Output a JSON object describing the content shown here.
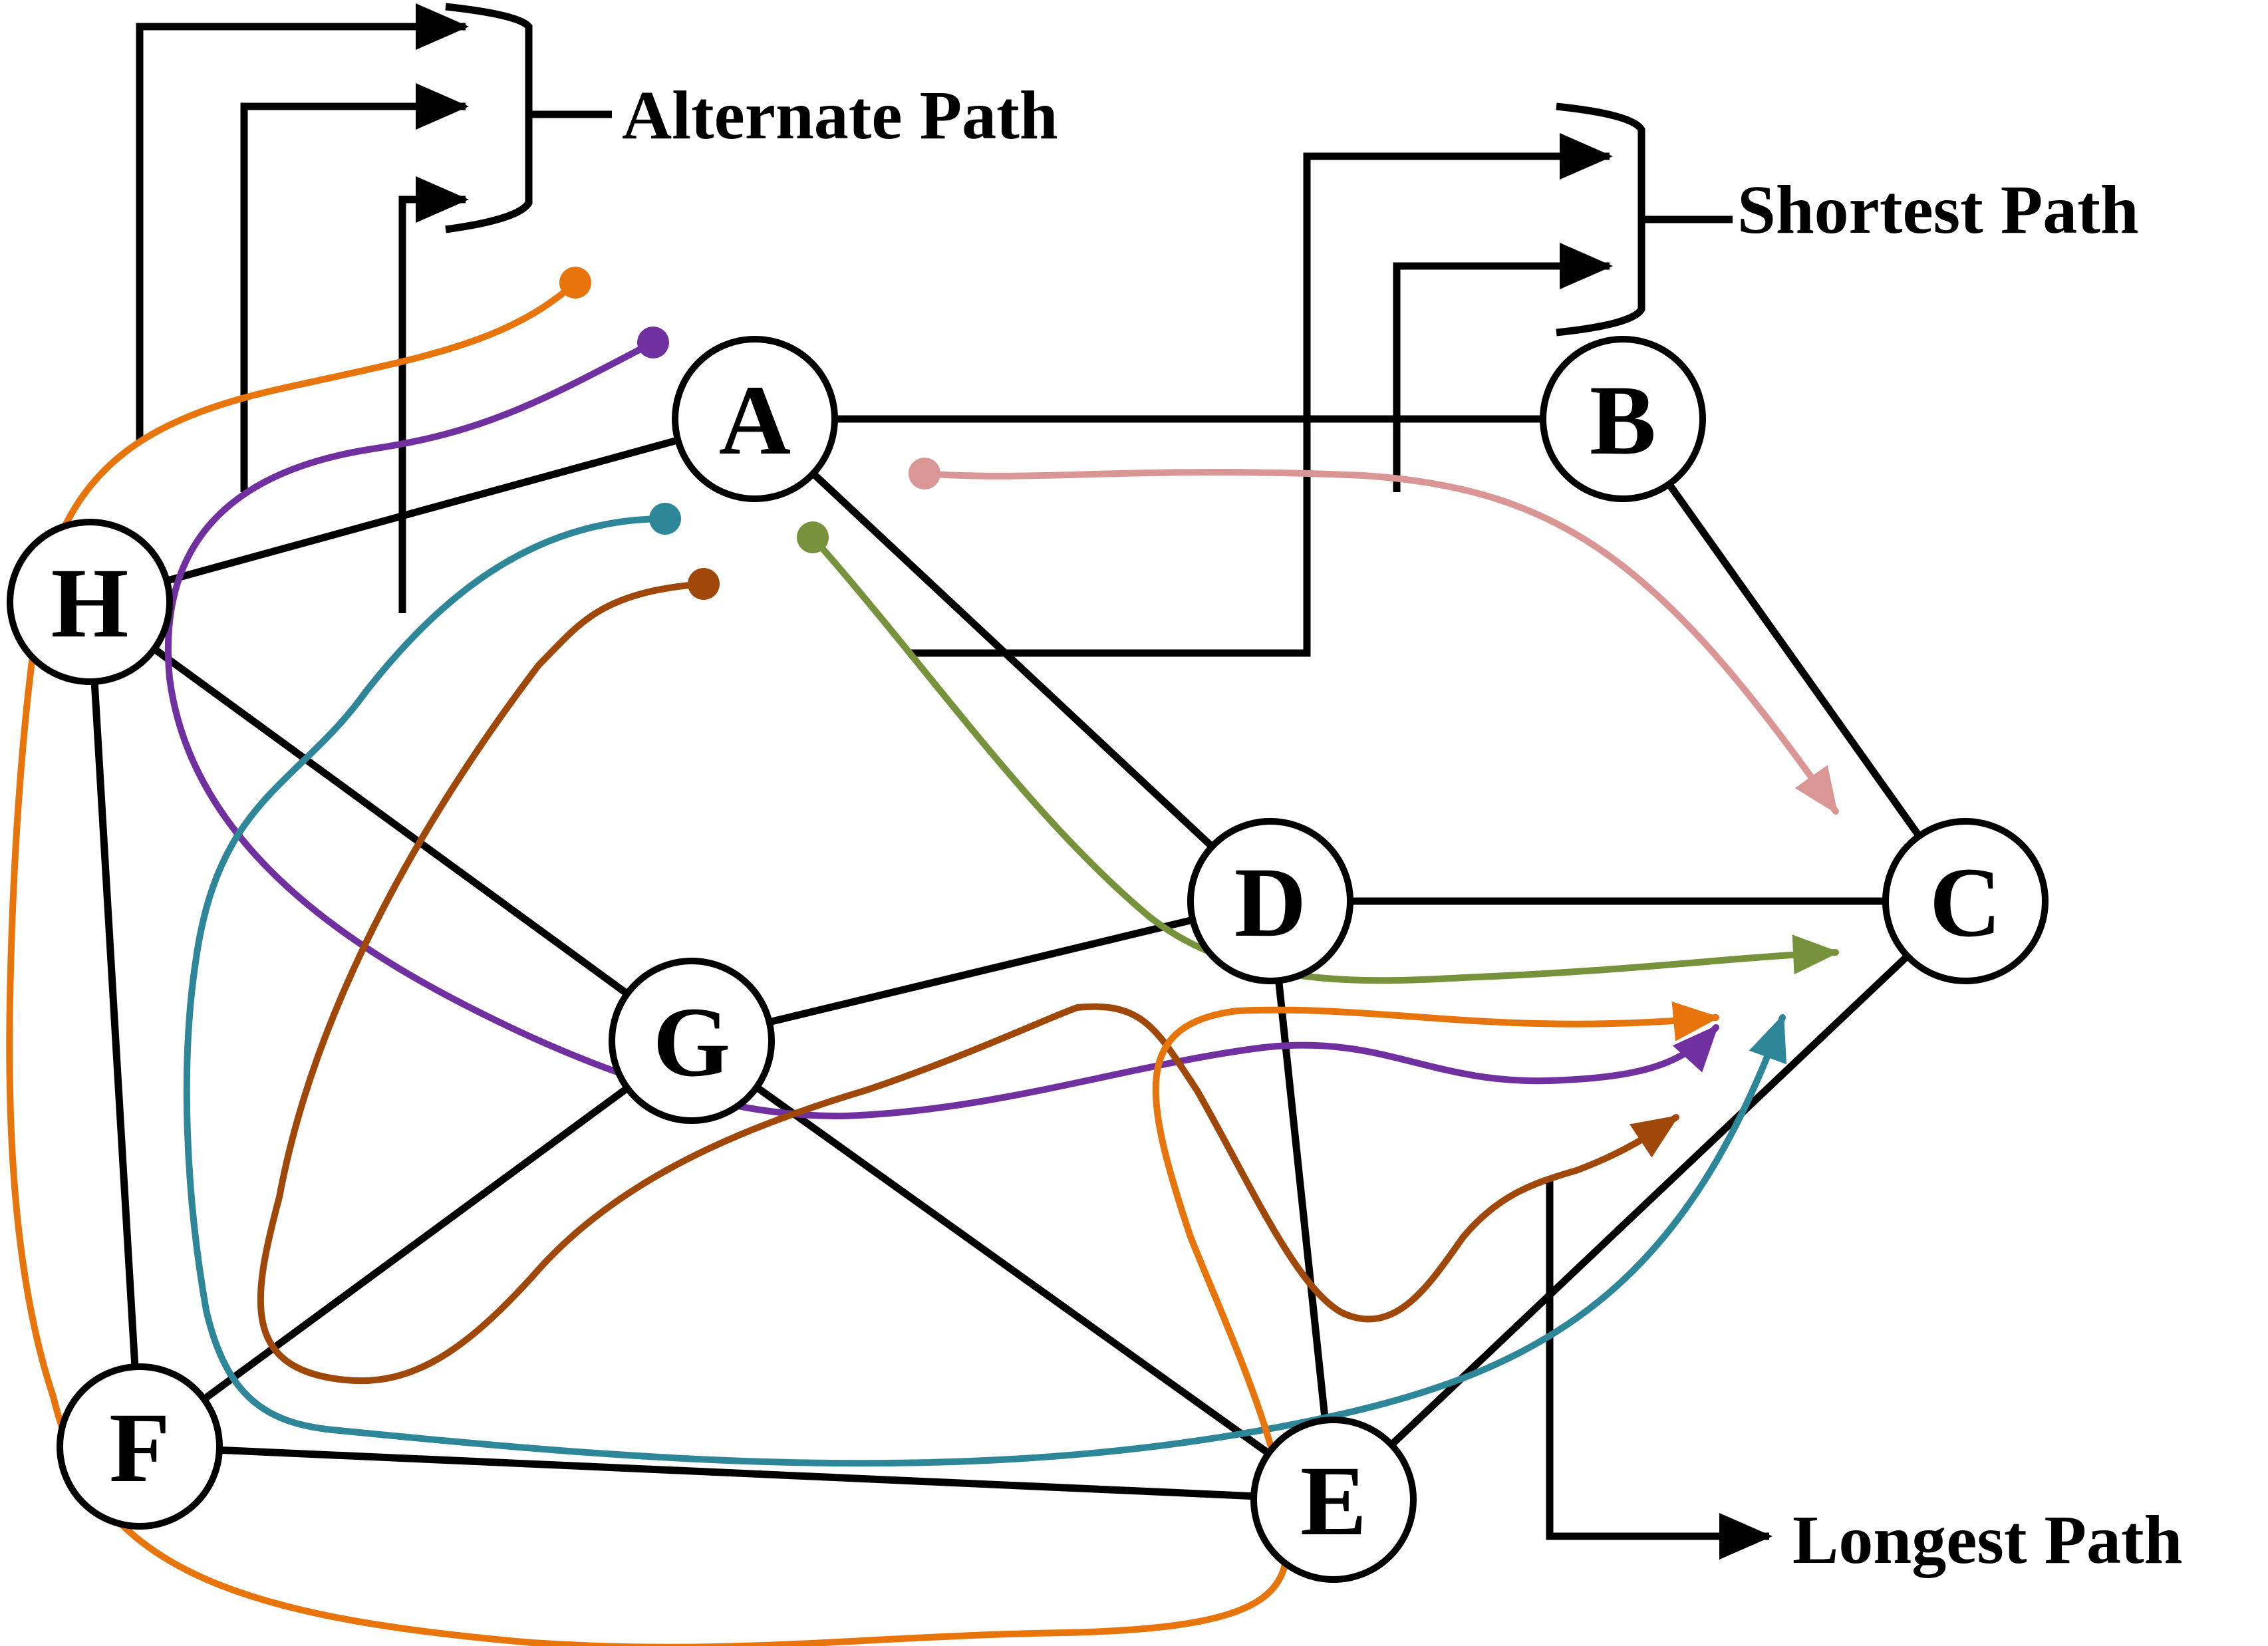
{
  "colors": {
    "background": "#ffffff",
    "ink": "#000000",
    "orange": "#E8740C",
    "purple": "#7030A0",
    "teal": "#2E8699",
    "brown": "#A0480A",
    "green": "#76933C",
    "pink": "#D99694"
  },
  "nodes": {
    "A": "A",
    "B": "B",
    "C": "C",
    "D": "D",
    "E": "E",
    "F": "F",
    "G": "G",
    "H": "H"
  },
  "edges": [
    [
      "A",
      "B"
    ],
    [
      "A",
      "H"
    ],
    [
      "A",
      "D"
    ],
    [
      "B",
      "C"
    ],
    [
      "D",
      "C"
    ],
    [
      "D",
      "G"
    ],
    [
      "D",
      "E"
    ],
    [
      "H",
      "G"
    ],
    [
      "H",
      "F"
    ],
    [
      "G",
      "F"
    ],
    [
      "G",
      "E"
    ],
    [
      "F",
      "E"
    ],
    [
      "E",
      "C"
    ]
  ],
  "legend": {
    "alternate": "Alternate Path",
    "shortest": "Shortest Path",
    "longest": "Longest Path"
  },
  "paths": [
    {
      "color": "pink",
      "group": "shortest"
    },
    {
      "color": "green",
      "group": "shortest"
    },
    {
      "color": "orange",
      "group": "alternate"
    },
    {
      "color": "purple",
      "group": "alternate"
    },
    {
      "color": "teal",
      "group": "alternate"
    },
    {
      "color": "brown",
      "group": "longest"
    }
  ]
}
